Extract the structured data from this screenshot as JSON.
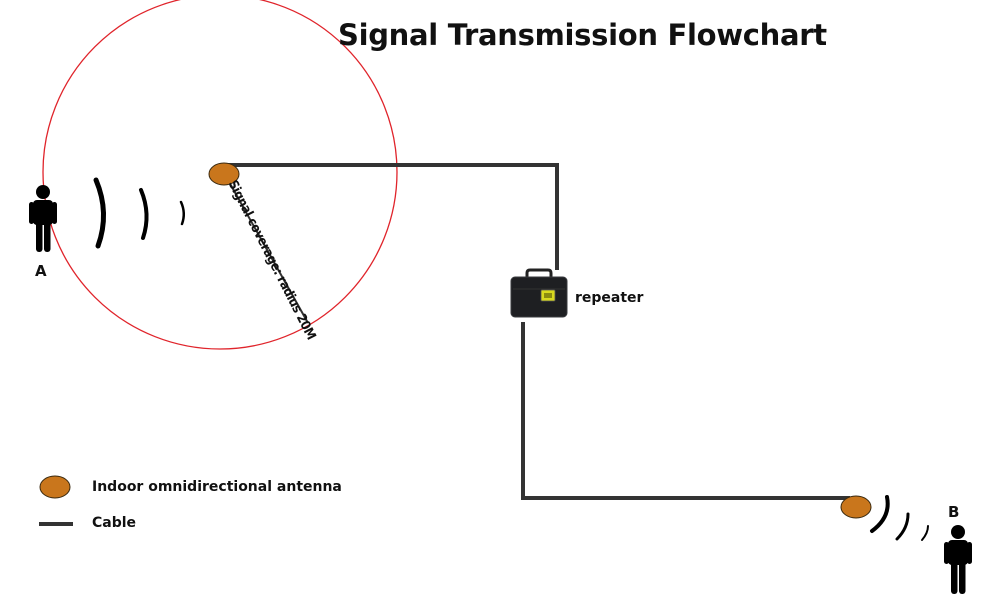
{
  "title": "Signal Transmission Flowchart",
  "colors": {
    "antenna_fill": "#C9761C",
    "antenna_stroke": "#3a2a10",
    "cable": "#333333",
    "coverage_circle": "#E0242B",
    "person": "#000000"
  },
  "nodes": {
    "person_a": {
      "label": "A",
      "icon": "person-icon"
    },
    "person_b": {
      "label": "B",
      "icon": "person-icon"
    },
    "antenna_top": {
      "icon": "antenna-icon"
    },
    "antenna_bottom": {
      "icon": "antenna-icon"
    },
    "repeater": {
      "label": "repeater",
      "icon": "repeater-device-icon"
    }
  },
  "coverage": {
    "label": "Signal coverage: radius 20M"
  },
  "legend": {
    "items": [
      {
        "icon": "antenna-icon",
        "label": "Indoor omnidirectional antenna"
      },
      {
        "icon": "cable-icon",
        "label": "Cable"
      }
    ]
  }
}
